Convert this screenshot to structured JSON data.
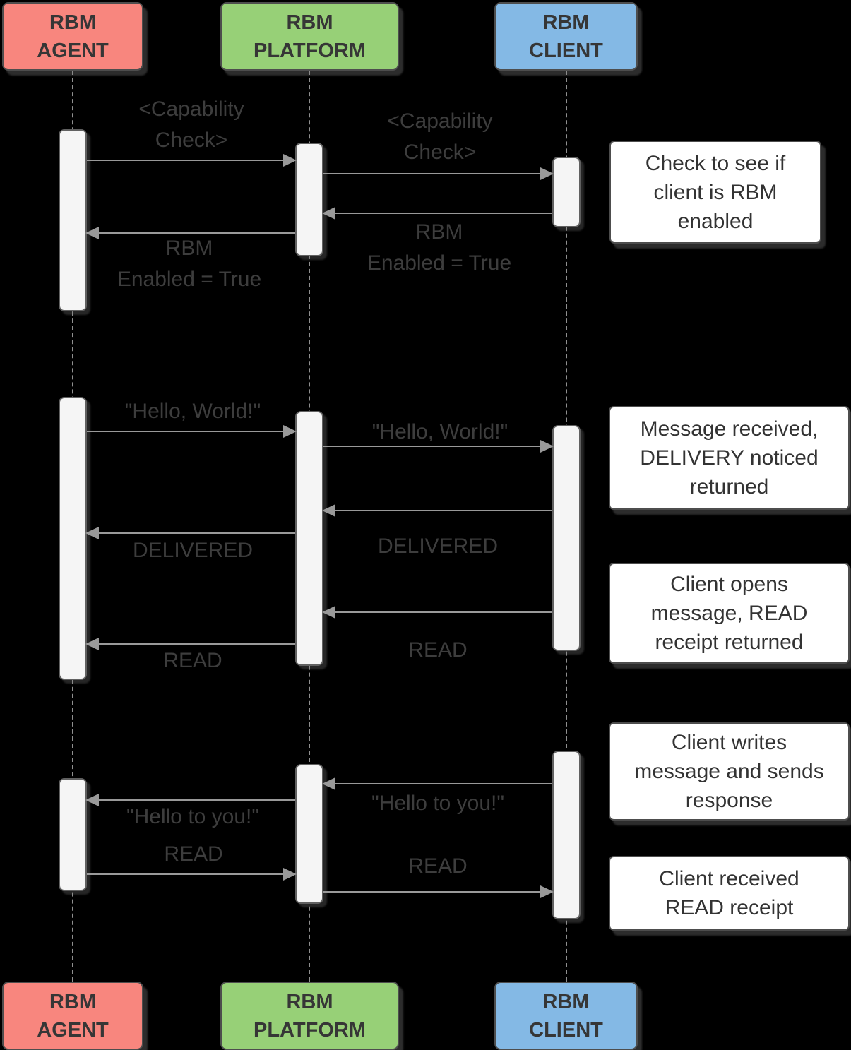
{
  "colors": {
    "agent": "#F8867E",
    "platform": "#97D077",
    "client": "#84B9E5",
    "arrow": "#999999",
    "note_bg": "#FFFFFF",
    "label_text": "#3D3D3D"
  },
  "participants": {
    "agent": {
      "lines": [
        "RBM",
        "AGENT"
      ]
    },
    "platform": {
      "lines": [
        "RBM",
        "PLATFORM"
      ]
    },
    "client": {
      "lines": [
        "RBM",
        "CLIENT"
      ]
    }
  },
  "labels": {
    "capability_check": {
      "lines": [
        "<Capability",
        "Check>"
      ]
    },
    "rbm_enabled": {
      "lines": [
        "RBM",
        "Enabled = True"
      ]
    },
    "hello_world": "\"Hello, World!\"",
    "delivered": "DELIVERED",
    "read": "READ",
    "hello_to_you": "\"Hello to you!\""
  },
  "notes": [
    {
      "lines": [
        "Check to see if",
        "client is RBM",
        "enabled"
      ]
    },
    {
      "lines": [
        "Message received,",
        "DELIVERY noticed",
        "returned"
      ]
    },
    {
      "lines": [
        "Client opens",
        "message, READ",
        "receipt returned"
      ]
    },
    {
      "lines": [
        "Client writes",
        "message and sends",
        "response"
      ]
    },
    {
      "lines": [
        "Client received",
        "READ receipt"
      ]
    }
  ]
}
